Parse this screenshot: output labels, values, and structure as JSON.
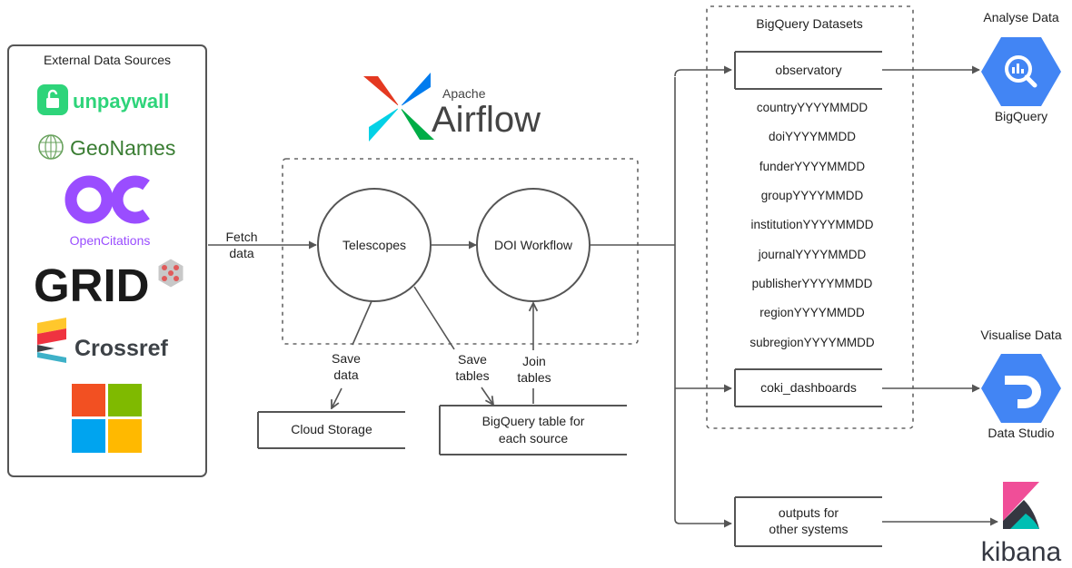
{
  "colors": {
    "line": "#555555",
    "unpaywall_green": "#2ed47a",
    "geonames_green": "#3a7d33",
    "opencitations_purple": "#9a4dff",
    "grid_black": "#1a1a1a",
    "crossref_red": "#ef3340",
    "crossref_teal": "#3eb1c8",
    "crossref_yellow": "#ffc72c",
    "crossref_gray": "#3d4247",
    "ms_red": "#f25022",
    "ms_green": "#7fba00",
    "ms_blue": "#00a4ef",
    "ms_yellow": "#ffb900",
    "airflow_red": "#e43921",
    "airflow_green": "#00ad46",
    "airflow_blue": "#017cee",
    "airflow_cyan": "#04d1e6",
    "gcp_blue": "#4285f4",
    "kibana_pink": "#f04e98",
    "kibana_teal": "#00bfb3",
    "kibana_dark": "#343741"
  },
  "external_sources": {
    "title": "External Data Sources",
    "logos": [
      "unpaywall",
      "GeoNames",
      "OpenCitations",
      "GRID",
      "Crossref"
    ],
    "icons": [
      "unpaywall-lock-icon",
      "geonames-globe-icon",
      "opencitations-oc-icon",
      "grid-cube-icon",
      "crossref-icon",
      "microsoft-logo-icon"
    ]
  },
  "fetch_label": [
    "Fetch",
    "data"
  ],
  "airflow": {
    "apache": "Apache",
    "name": "Airflow",
    "icon": "airflow-pinwheel-icon"
  },
  "pipeline": {
    "telescopes": "Telescopes",
    "doi_workflow": "DOI Workflow",
    "save_data": [
      "Save",
      "data"
    ],
    "save_tables": [
      "Save",
      "tables"
    ],
    "join_tables": [
      "Join",
      "tables"
    ],
    "cloud_storage": "Cloud Storage",
    "bq_table": [
      "BigQuery table for",
      "each source"
    ]
  },
  "datasets": {
    "title": "BigQuery Datasets",
    "observatory": "observatory",
    "tables": [
      "countryYYYYMMDD",
      "doiYYYYMMDD",
      "funderYYYYMMDD",
      "groupYYYYMMDD",
      "institutionYYYYMMDD",
      "journalYYYYMMDD",
      "publisherYYYYMMDD",
      "regionYYYYMMDD",
      "subregionYYYYMMDD"
    ],
    "coki_dashboards": "coki_dashboards",
    "outputs": [
      "outputs for",
      "other systems"
    ]
  },
  "consumers": {
    "analyse": "Analyse Data",
    "bigquery": "BigQuery",
    "visualise": "Visualise Data",
    "data_studio": "Data Studio",
    "kibana": "kibana",
    "icons": [
      "bigquery-icon",
      "data-studio-icon",
      "kibana-icon"
    ]
  }
}
